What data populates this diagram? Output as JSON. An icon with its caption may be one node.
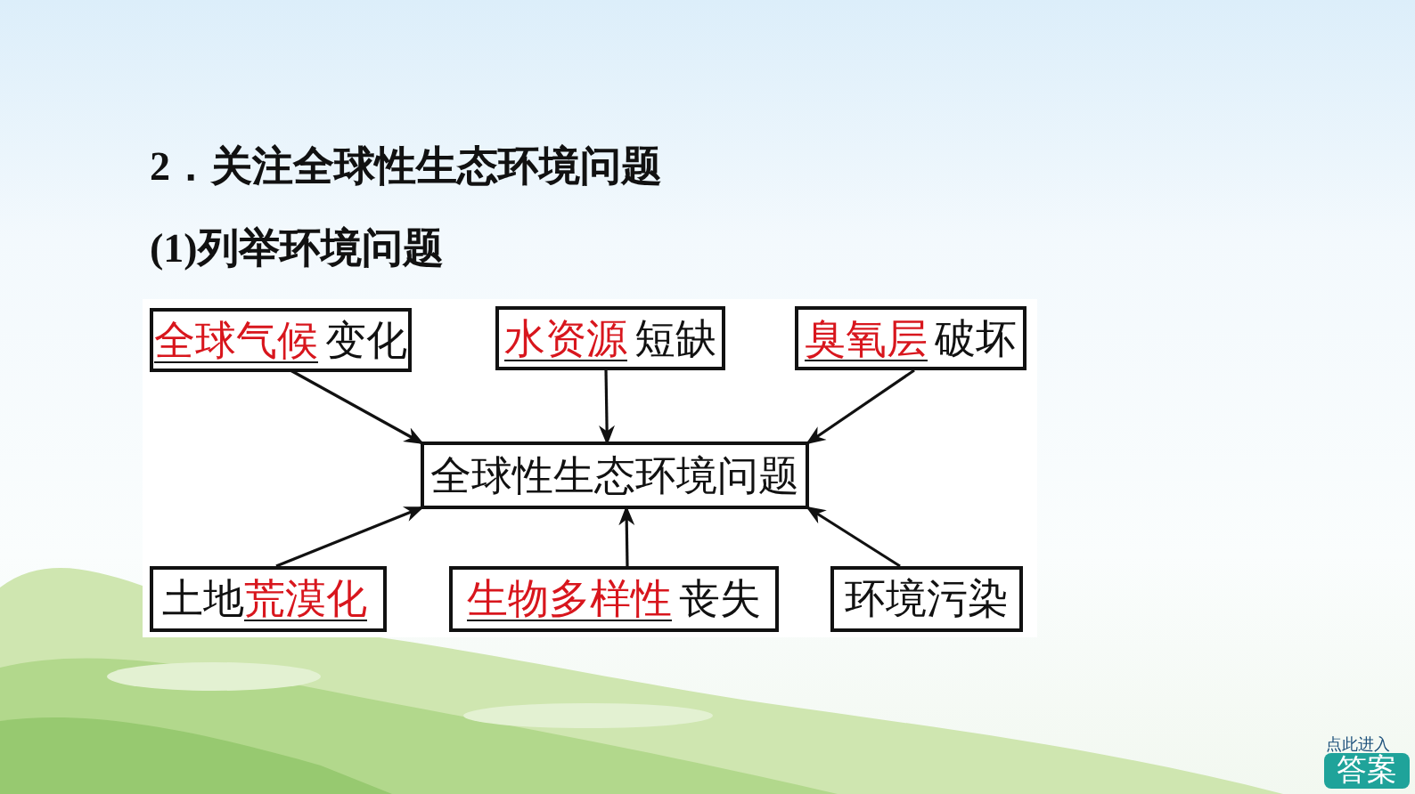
{
  "diagram": {
    "title": "2．关注全球性生态环境问题",
    "nodes": [
      {
        "text": [
          "全球气候",
          "变化"
        ]
      },
      {
        "text": [
          "水资源",
          "短缺"
        ]
      },
      {
        "text": [
          "臭氧层",
          "破坏"
        ]
      },
      {
        "text": [
          "全球性生态环境问题"
        ]
      },
      {
        "text": [
          "土地",
          "荒漠化"
        ]
      },
      {
        "text": [
          "生物多样性",
          "丧失"
        ]
      },
      {
        "text": [
          "环境污染"
        ]
      }
    ],
    "edges": [
      {
        "from": 0,
        "to": 3,
        "arrow": "to"
      },
      {
        "from": 1,
        "to": 3,
        "arrow": "to"
      },
      {
        "from": 2,
        "to": 3,
        "arrow": "to"
      },
      {
        "from": 4,
        "to": 3,
        "arrow": "to"
      },
      {
        "from": 5,
        "to": 3,
        "arrow": "to"
      },
      {
        "from": 6,
        "to": 3,
        "arrow": "to"
      }
    ],
    "labels": [
      "(1)列举环境问题",
      "点此进入",
      "答案"
    ]
  }
}
